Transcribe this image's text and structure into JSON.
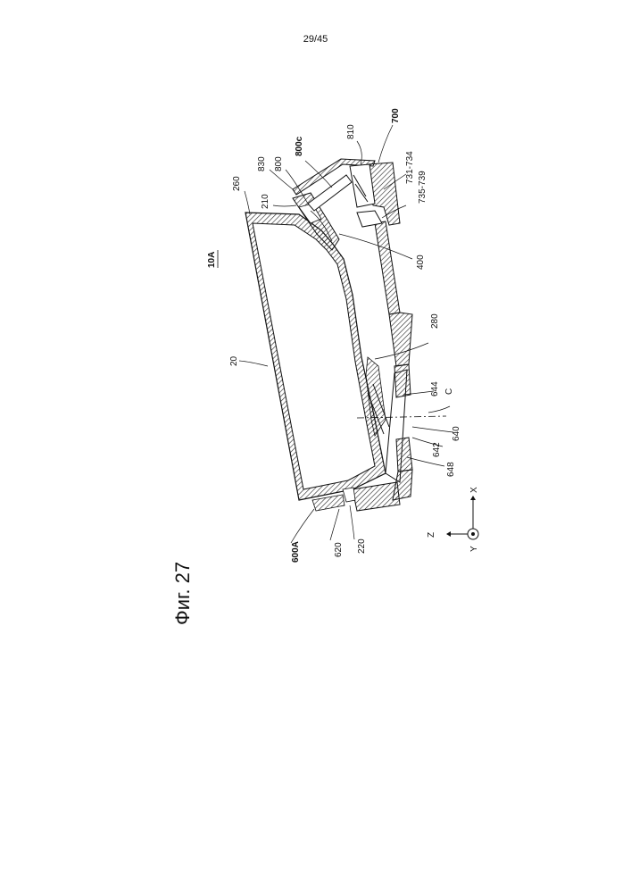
{
  "page_number": "29/45",
  "figure_title": "Фиг. 27",
  "assembly_label": "10A",
  "labels": {
    "l20": "20",
    "l260": "260",
    "l210": "210",
    "l830": "830",
    "l800": "800",
    "l800c": "800c",
    "l810": "810",
    "l700": "700",
    "l731": "731-734",
    "l735": "735-739",
    "l400": "400",
    "l280": "280",
    "l644": "644",
    "lC": "C",
    "l640": "640",
    "l642": "642",
    "l648": "648",
    "l600A": "600A",
    "l620": "620",
    "l220": "220"
  },
  "axes": {
    "z": "Z",
    "x": "X",
    "y": "Y"
  }
}
